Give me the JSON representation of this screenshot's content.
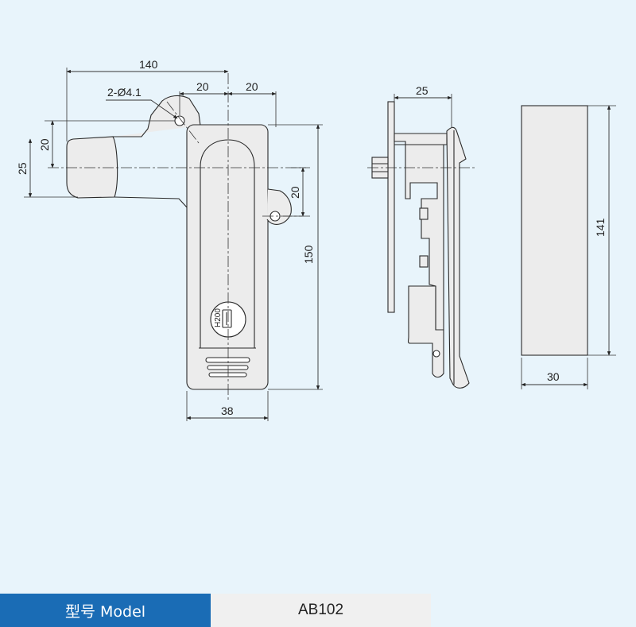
{
  "front_view": {
    "dim_width_total": "140",
    "dim_left_offset": "20",
    "dim_right_offset": "20",
    "dim_hole": "2-Ø4.1",
    "dim_upper_arm": "20",
    "dim_arm_height": "25",
    "dim_right_hole": "20",
    "dim_height": "150",
    "dim_bottom_width": "38",
    "lock_code": "H200"
  },
  "side_view": {
    "dim_depth": "25"
  },
  "end_view": {
    "dim_height": "141",
    "dim_width": "30"
  },
  "spec_bar": {
    "model_label": "型号 Model",
    "model_value": "AB102"
  },
  "colors": {
    "background": "#e8f4fb",
    "body_fill": "#ececec",
    "line": "#2a2a2a",
    "label_accent": "#1a6cb5"
  }
}
